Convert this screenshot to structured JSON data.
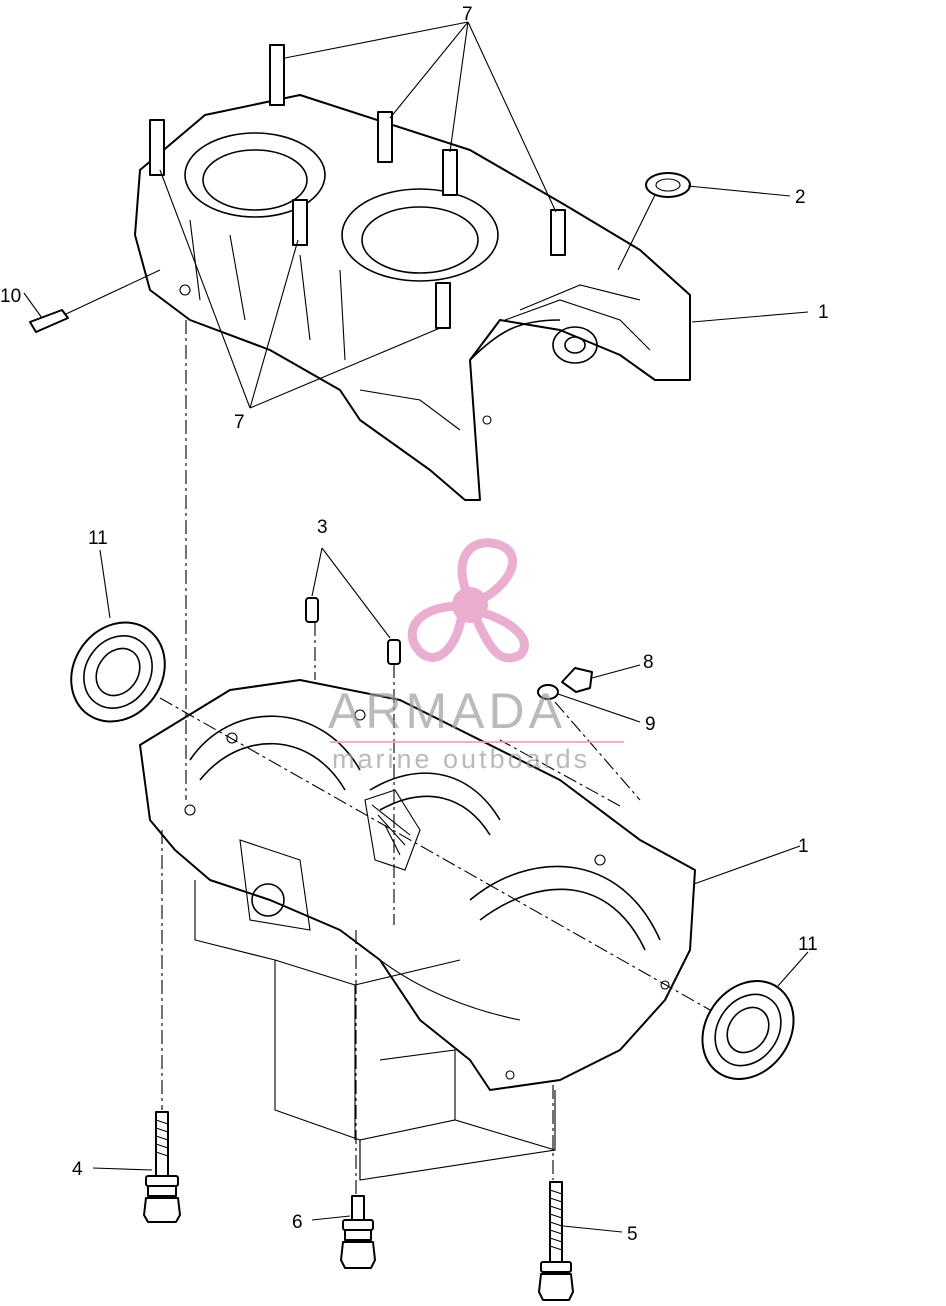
{
  "callouts": {
    "c1_top": "1",
    "c1_bottom": "1",
    "c2": "2",
    "c3": "3",
    "c4": "4",
    "c5": "5",
    "c6": "6",
    "c7_top": "7",
    "c7_left": "7",
    "c8": "8",
    "c9": "9",
    "c10": "10",
    "c11_left": "11",
    "c11_right": "11"
  },
  "watermark": {
    "brand": "ARMADA",
    "tagline": "marine outboards",
    "color": "#e8a7cc",
    "hub_color": "#e9a5c9"
  }
}
